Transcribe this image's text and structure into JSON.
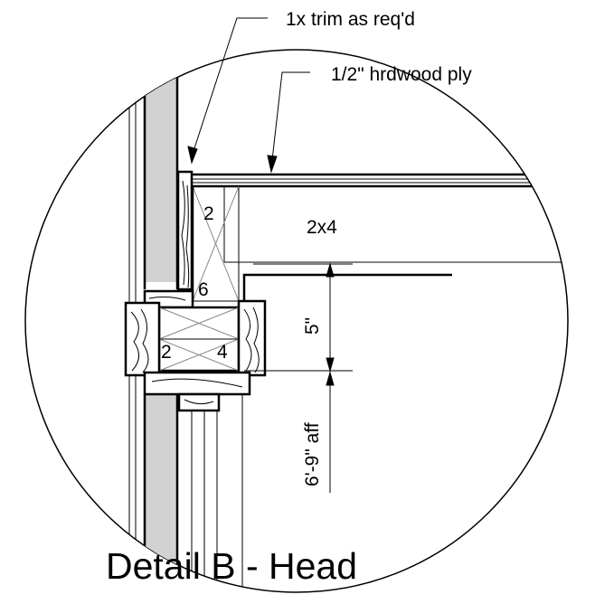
{
  "callouts": {
    "trim": "1x trim as req'd",
    "plywood": "1/2\" hrdwood ply"
  },
  "lumber_labels": {
    "header_2x4": "2x4",
    "vertical_2x6_top": "2",
    "vertical_2x6_bottom": "6",
    "block_2x4_left": "2",
    "block_2x4_right": "4"
  },
  "dimensions": {
    "head_offset": "5\"",
    "head_height": "6'-9\" aff"
  },
  "title": "Detail B - Head"
}
